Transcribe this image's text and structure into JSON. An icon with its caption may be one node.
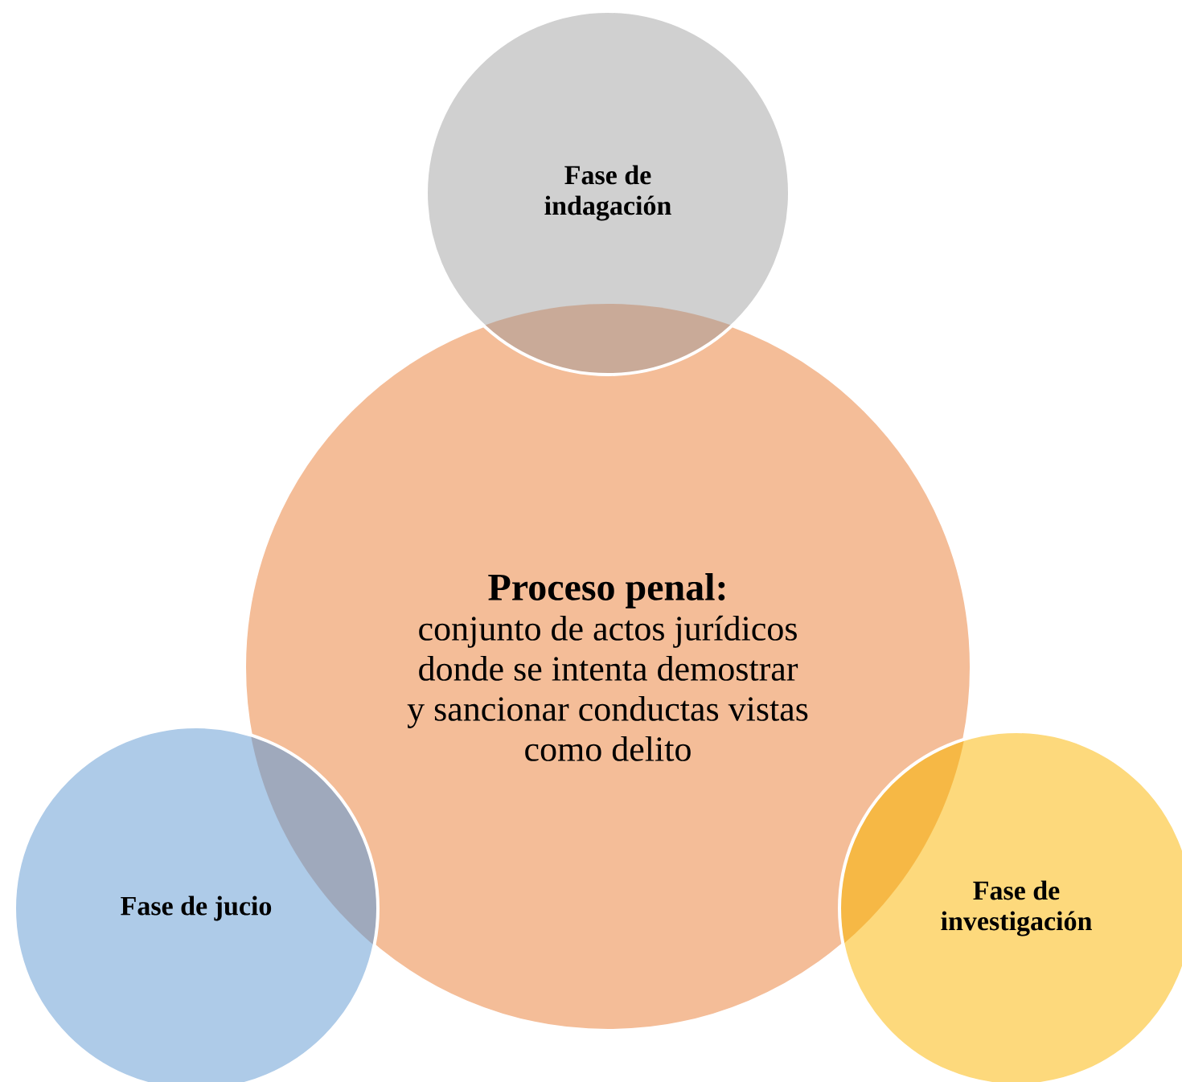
{
  "diagram": {
    "nodes": [
      {
        "text": [
          "Fase de indagación"
        ]
      },
      {
        "text": [
          "Proceso penal:",
          "conjunto de actos jurídicos donde se intenta demostrar y sancionar conductas vistas como delito"
        ]
      },
      {
        "text": [
          "Fase de jucio"
        ]
      },
      {
        "text": [
          "Fase de investigación"
        ]
      }
    ]
  }
}
